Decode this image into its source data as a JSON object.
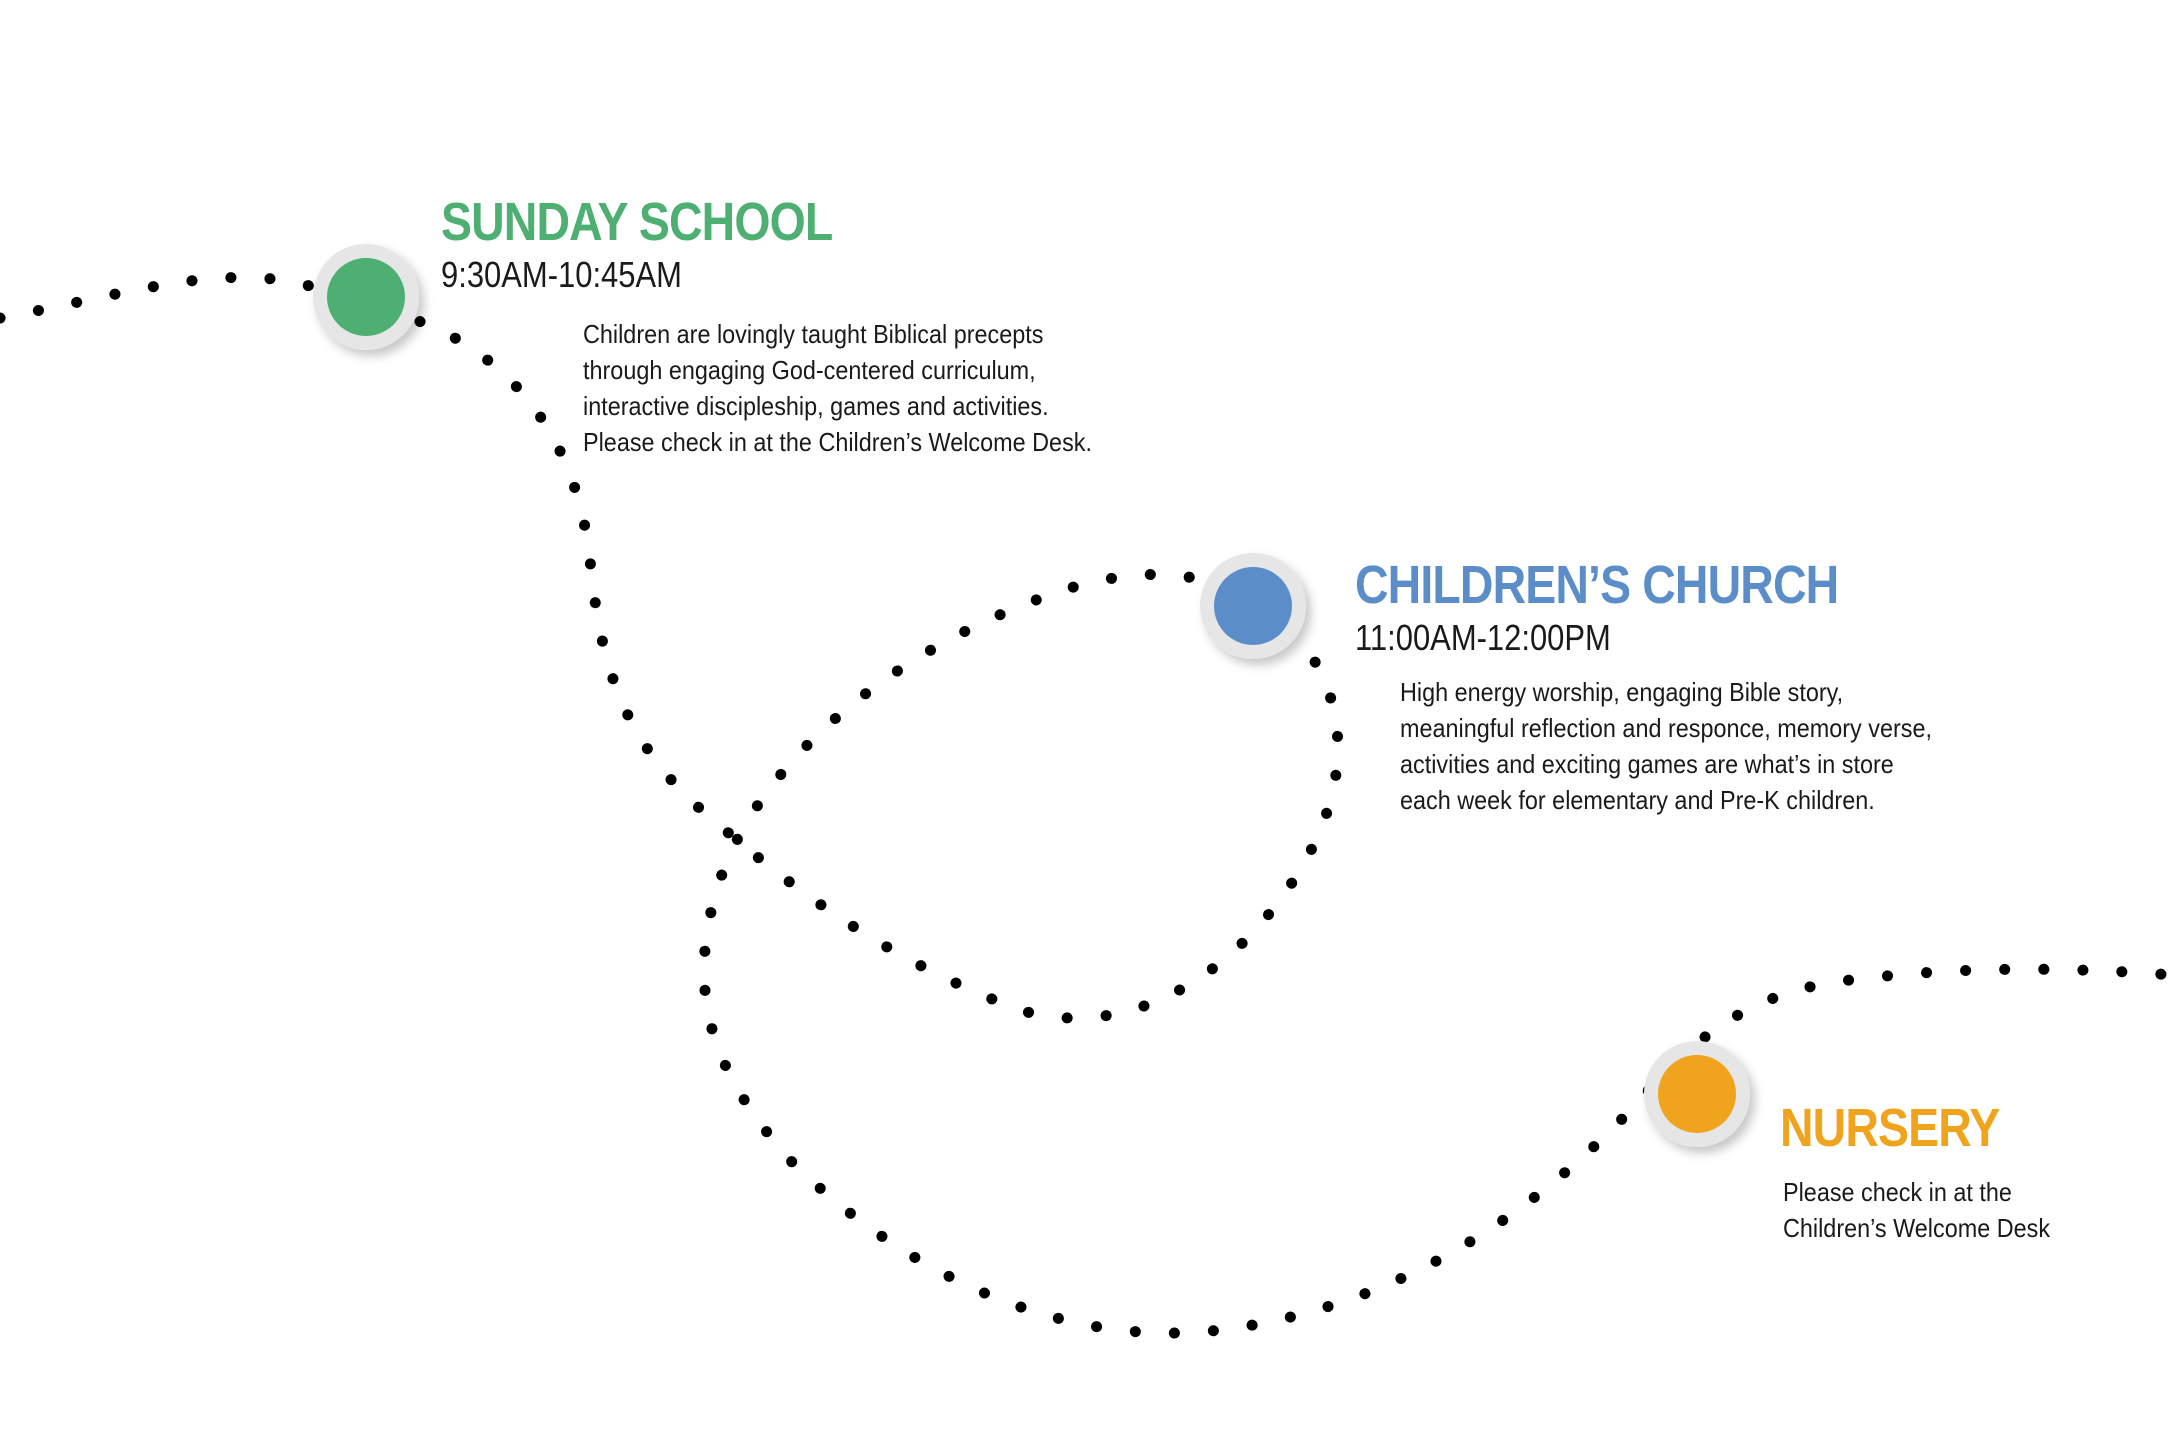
{
  "colors": {
    "sunday_school": "#4daf71",
    "childrens_church": "#5b8ec9",
    "nursery": "#f0a31c",
    "dots": "#000000",
    "ring": "#e6e6e6"
  },
  "sunday_school": {
    "title": "SUNDAY SCHOOL",
    "time": "9:30AM-10:45AM",
    "lines": [
      "Children are lovingly taught Biblical precepts",
      "through engaging God-centered curriculum,",
      "interactive discipleship, games and activities.",
      "Please check in at the Children’s Welcome Desk."
    ]
  },
  "childrens_church": {
    "title": "CHILDREN’S CHURCH",
    "time": "11:00AM-12:00PM",
    "lines": [
      "High energy worship, engaging Bible story,",
      "meaningful reflection and responce, memory verse,",
      "activities and exciting games are what’s in store",
      "each week for elementary and Pre-K children."
    ]
  },
  "nursery": {
    "title": "NURSERY",
    "lines": [
      "Please check in at the",
      "Children’s Welcome Desk"
    ]
  }
}
